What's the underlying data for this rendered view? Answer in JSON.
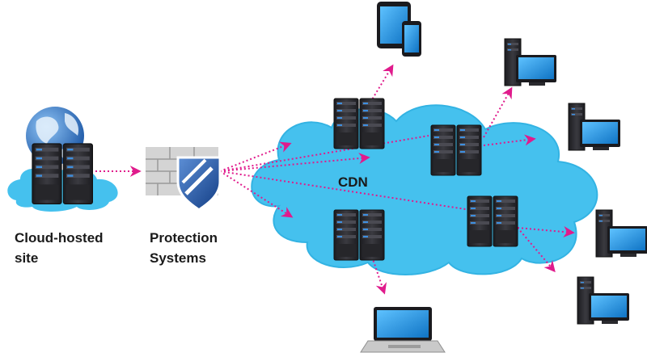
{
  "labels": {
    "origin": [
      "Cloud-hosted",
      "site"
    ],
    "protection": [
      "Protection",
      "Systems"
    ],
    "cdn": "CDN"
  },
  "colors": {
    "cloud": "#45c1ee",
    "cloud_edge": "#33b3e3",
    "arrow": "#e01b8c",
    "server_body": "#2b2b2f",
    "server_light": "#3d8fe0",
    "screen": "#1e8fdc",
    "globe": "#3a78c6",
    "shield": "#1f4f9e",
    "firewall": "#d4d4d4"
  },
  "icons": {
    "origin_server": "server-icon",
    "globe": "globe-icon",
    "firewall": "firewall-icon",
    "shield": "shield-icon",
    "cdn_server": "server-icon",
    "desktop": "monitor-icon",
    "phone": "smartphone-icon",
    "tablet": "tablet-icon",
    "laptop": "laptop-icon"
  }
}
